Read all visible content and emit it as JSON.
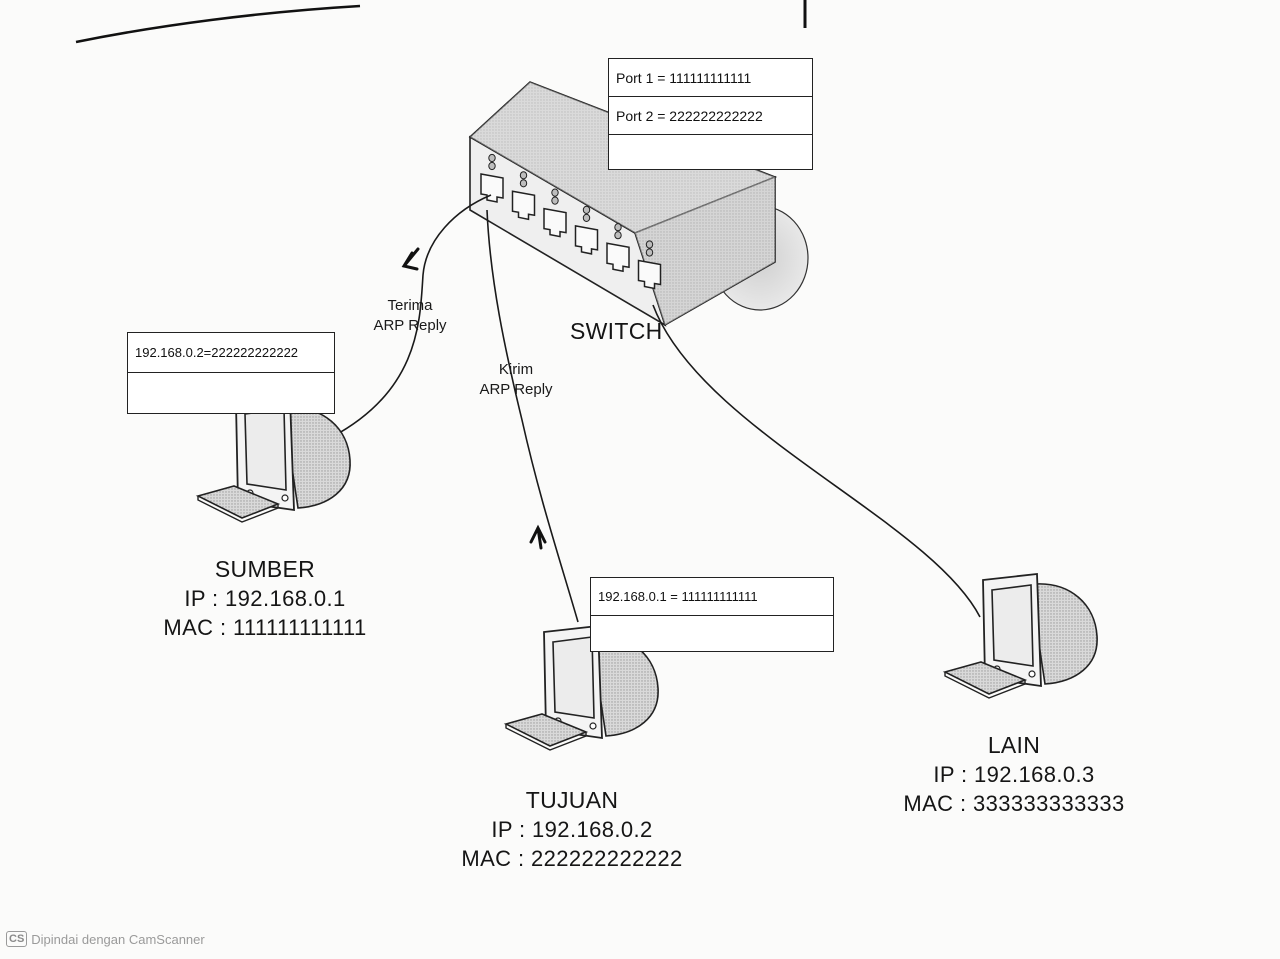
{
  "switch": {
    "label": "SWITCH",
    "table": [
      "Port 1 = 111111111111",
      "Port 2 = 222222222222",
      ""
    ]
  },
  "links": {
    "sumber_label": [
      "Terima",
      "ARP Reply"
    ],
    "tujuan_label": [
      "Kirim",
      "ARP Reply"
    ]
  },
  "sumber": {
    "name": "SUMBER",
    "ip": "IP : 192.168.0.1",
    "mac": "MAC : 111111111111",
    "table": [
      "192.168.0.2=222222222222",
      ""
    ]
  },
  "tujuan": {
    "name": "TUJUAN",
    "ip": "IP : 192.168.0.2",
    "mac": "MAC : 222222222222",
    "table": [
      "192.168.0.1 = 111111111111",
      ""
    ]
  },
  "lain": {
    "name": "LAIN",
    "ip": "IP : 192.168.0.3",
    "mac": "MAC : 333333333333"
  },
  "watermark": {
    "logo": "CS",
    "text": "Dipindai dengan CamScanner"
  }
}
